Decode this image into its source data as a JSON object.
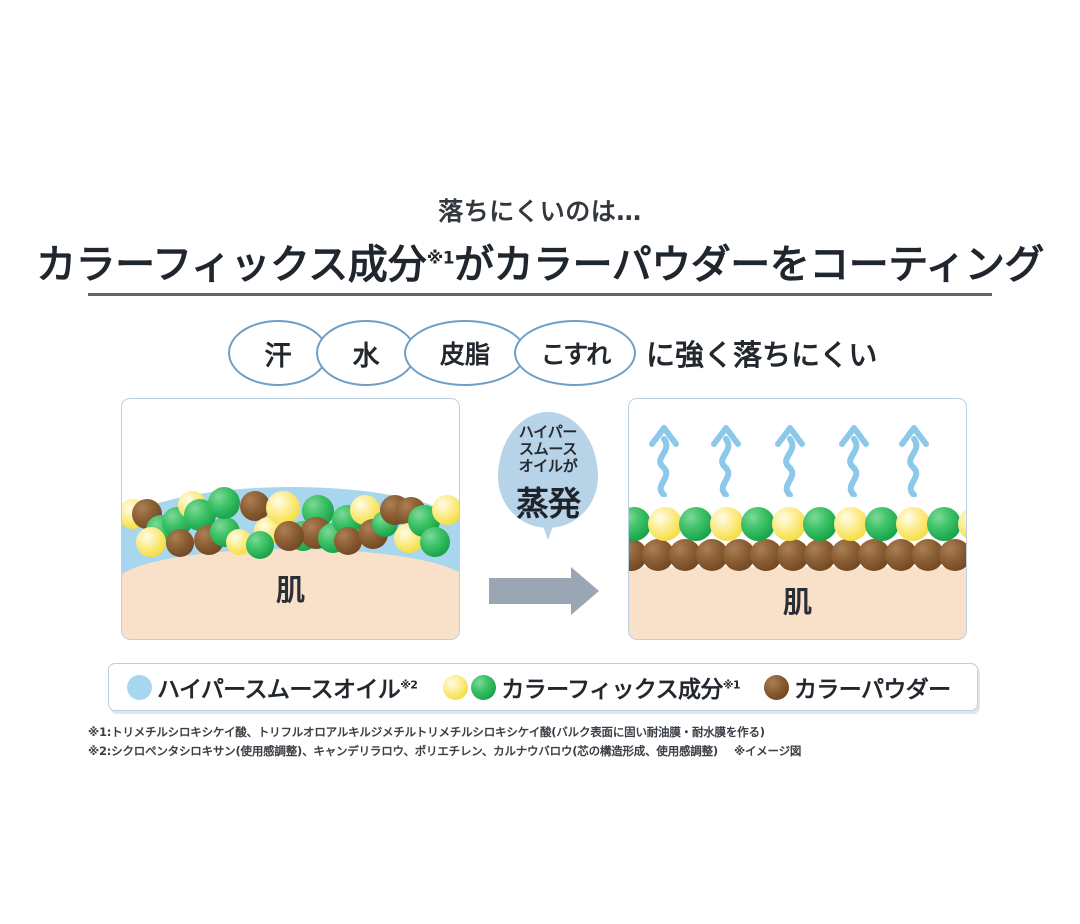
{
  "header": {
    "subtitle": "落ちにくいのは…",
    "headline_before": "カラーフィックス成分",
    "headline_sup": "※1",
    "headline_after": "がカラーパウダーをコーティング"
  },
  "tags": {
    "ovals": [
      "汗",
      "水",
      "皮脂",
      "こすれ"
    ],
    "tail": "に強く落ちにくい"
  },
  "panels": {
    "left": {
      "skin_label": "肌"
    },
    "right": {
      "skin_label": "肌"
    }
  },
  "center": {
    "drop_line1": "ハイパー",
    "drop_line2": "スムース",
    "drop_line3": "オイルが",
    "drop_emphasis": "蒸発"
  },
  "legend": [
    {
      "label": "ハイパースムースオイル",
      "sup": "※2",
      "swatches": [
        "blue"
      ]
    },
    {
      "label": "カラーフィックス成分",
      "sup": "※1",
      "swatches": [
        "yellow",
        "green"
      ]
    },
    {
      "label": "カラーパウダー",
      "sup": "",
      "swatches": [
        "brown"
      ]
    }
  ],
  "footnotes": {
    "line1": "※1:トリメチルシロキシケイ酸、トリフルオロアルキルジメチルトリメチルシロキシケイ酸(バルク表面に固い耐油膜・耐水膜を作る)",
    "line2a": "※2:シクロペンタシロキサン(使用感調整)、キャンデリラロウ、ポリエチレン、カルナウバロウ(芯の構造形成、使用感調整)",
    "line2b": "※イメージ図"
  },
  "colors": {
    "oil_blue": "#a9d6ef",
    "skin": "#f8e0c9",
    "green": "#1ba54c",
    "yellow": "#f7e04f",
    "brown": "#744a24",
    "panel_border": "#b9cfe2",
    "gray_arrow": "#9aa6b3",
    "drop_blue": "#b7d3e8",
    "rule": "#5d656f"
  }
}
